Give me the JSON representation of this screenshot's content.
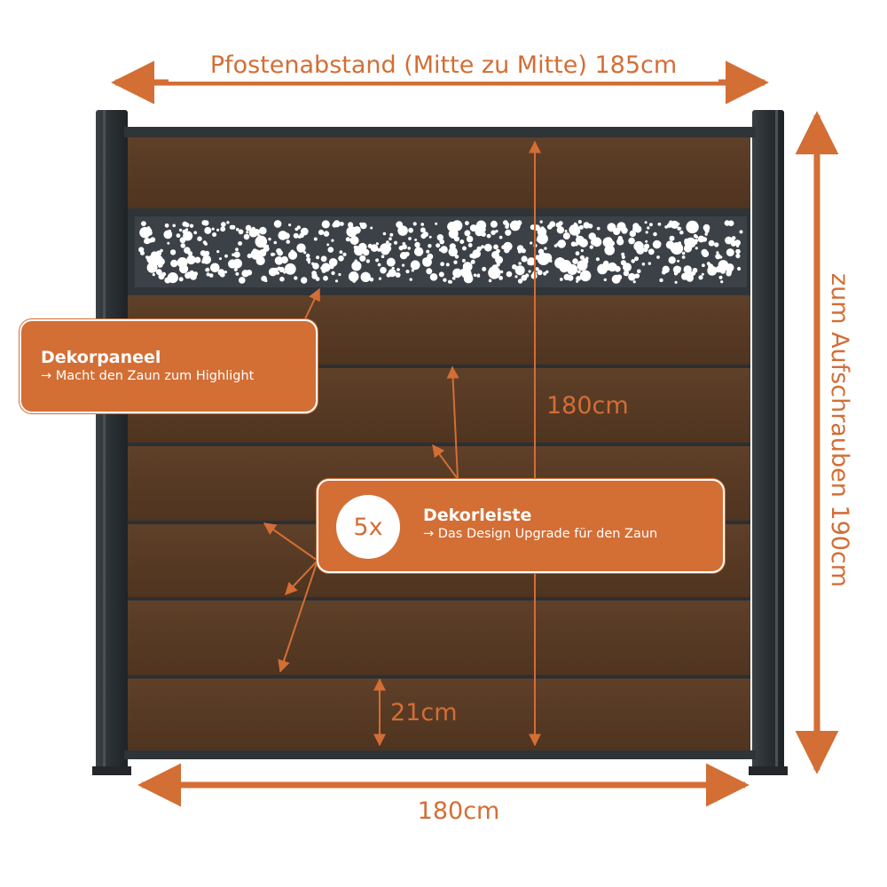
{
  "dimensions": {
    "post_spacing": "Pfostenabstand (Mitte zu Mitte) 185cm",
    "height_screw": "zum Aufschrauben 190cm",
    "panel_height": "180cm",
    "panel_width": "180cm",
    "board_height": "21cm"
  },
  "callouts": {
    "decor_panel": {
      "title": "Dekorpaneel",
      "subtitle": "→ Macht den Zaun zum Highlight"
    },
    "decor_strip": {
      "count": "5x",
      "title": "Dekorleiste",
      "subtitle": "→ Das Design Upgrade für den Zaun"
    }
  },
  "colors": {
    "accent": "#d36e35",
    "wood": "#5b3d26",
    "frame": "#2f3438",
    "panel_bg": "#3b4146"
  }
}
